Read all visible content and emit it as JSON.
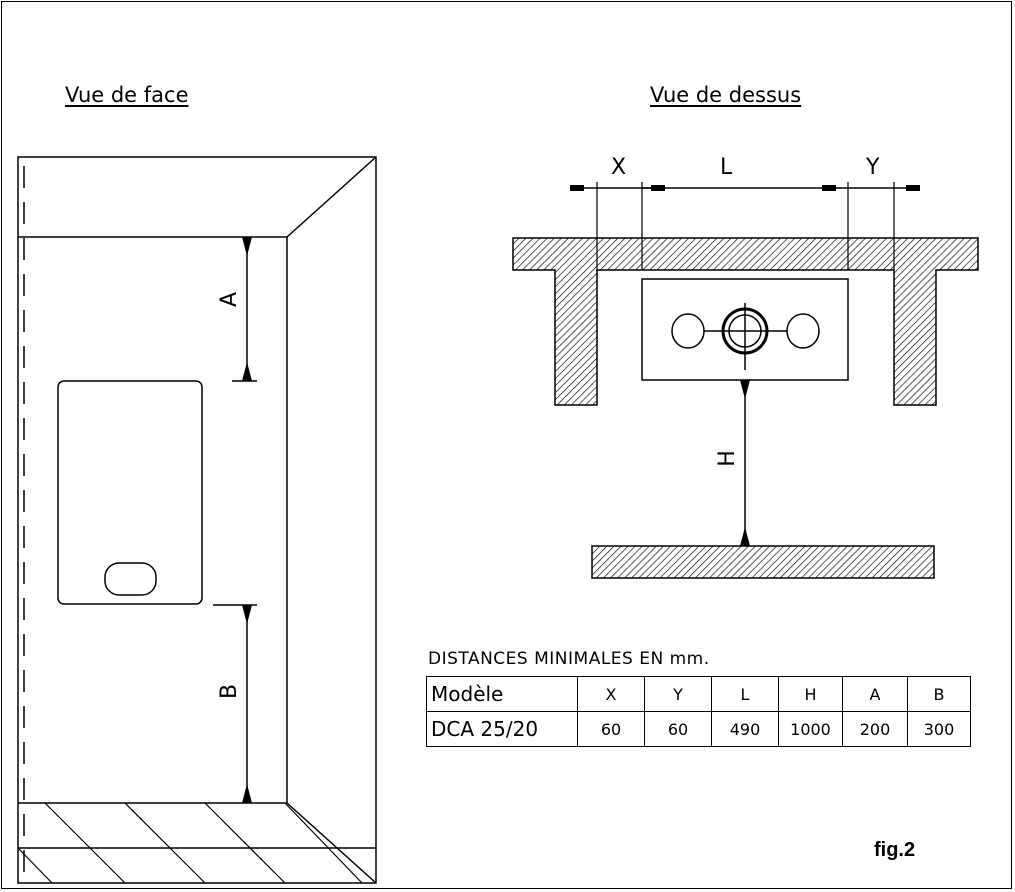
{
  "front_view": {
    "title": "Vue de face",
    "dim_a": "A",
    "dim_b": "B"
  },
  "top_view": {
    "title": "Vue de dessus",
    "dim_x": "X",
    "dim_l": "L",
    "dim_y": "Y",
    "dim_h": "H"
  },
  "distances": {
    "caption": "DISTANCES MINIMALES EN mm.",
    "header": [
      "Modèle",
      "X",
      "Y",
      "L",
      "H",
      "A",
      "B"
    ],
    "row": [
      "DCA 25/20",
      "60",
      "60",
      "490",
      "1000",
      "200",
      "300"
    ]
  },
  "figure_label": "fig.2"
}
